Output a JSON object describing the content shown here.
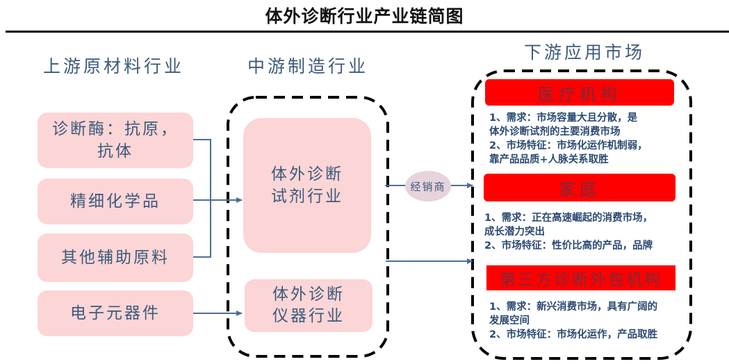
{
  "title": "体外诊断行业产业链简图",
  "columns": {
    "upstream": {
      "heading": "上游原材料行业",
      "items": [
        {
          "label": "诊断酶：抗原，抗体",
          "line1": "诊断酶：抗原，",
          "line2": "抗体"
        },
        {
          "label": "精细化学品"
        },
        {
          "label": "其他辅助原料"
        },
        {
          "label": "电子元器件"
        }
      ]
    },
    "midstream": {
      "heading": "中游制造行业",
      "items": [
        {
          "line1": "体外诊断",
          "line2": "试剂行业"
        },
        {
          "line1": "体外诊断",
          "line2": "仪器行业"
        }
      ]
    },
    "downstream": {
      "heading": "下游应用市场",
      "markets": [
        {
          "name": "医疗机构",
          "desc": [
            "1、需求：市场容量大且分散，是",
            "体外诊断试剂的主要消费市场",
            "2、市场特征：市场化运作机制弱，",
            "靠产品品质+人脉关系取胜"
          ]
        },
        {
          "name": "家庭",
          "desc": [
            "1、需求：正在高速崛起的消费市场，",
            "成长潜力突出",
            "2、市场特征：性价比高的产品，品牌"
          ]
        },
        {
          "name": "第三方诊断外包机构",
          "desc": [
            "1、需求：新兴消费市场，具有广阔的",
            "发展空间",
            "2、市场特征：市场化运作，产品取胜"
          ]
        }
      ]
    }
  },
  "distributor": "经销商",
  "colors": {
    "pink_box": "#fcd5d6",
    "red_header": "#ff0000",
    "text_blue": "#3c5a7a",
    "arrow": "#4a6f96"
  }
}
